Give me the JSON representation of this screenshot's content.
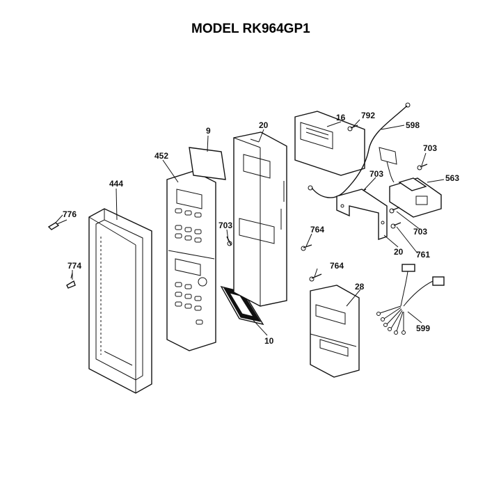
{
  "title": "MODEL RK964GP1",
  "callouts": {
    "c776": "776",
    "c774": "774",
    "c444": "444",
    "c452": "452",
    "c9": "9",
    "c703a": "703",
    "c20a": "20",
    "c10": "10",
    "c764a": "764",
    "c764b": "764",
    "c16": "16",
    "c792": "792",
    "c598": "598",
    "c703b": "703",
    "c703c": "703",
    "c563": "563",
    "c703d": "703",
    "c20b": "20",
    "c761": "761",
    "c28": "28",
    "c599": "599"
  }
}
